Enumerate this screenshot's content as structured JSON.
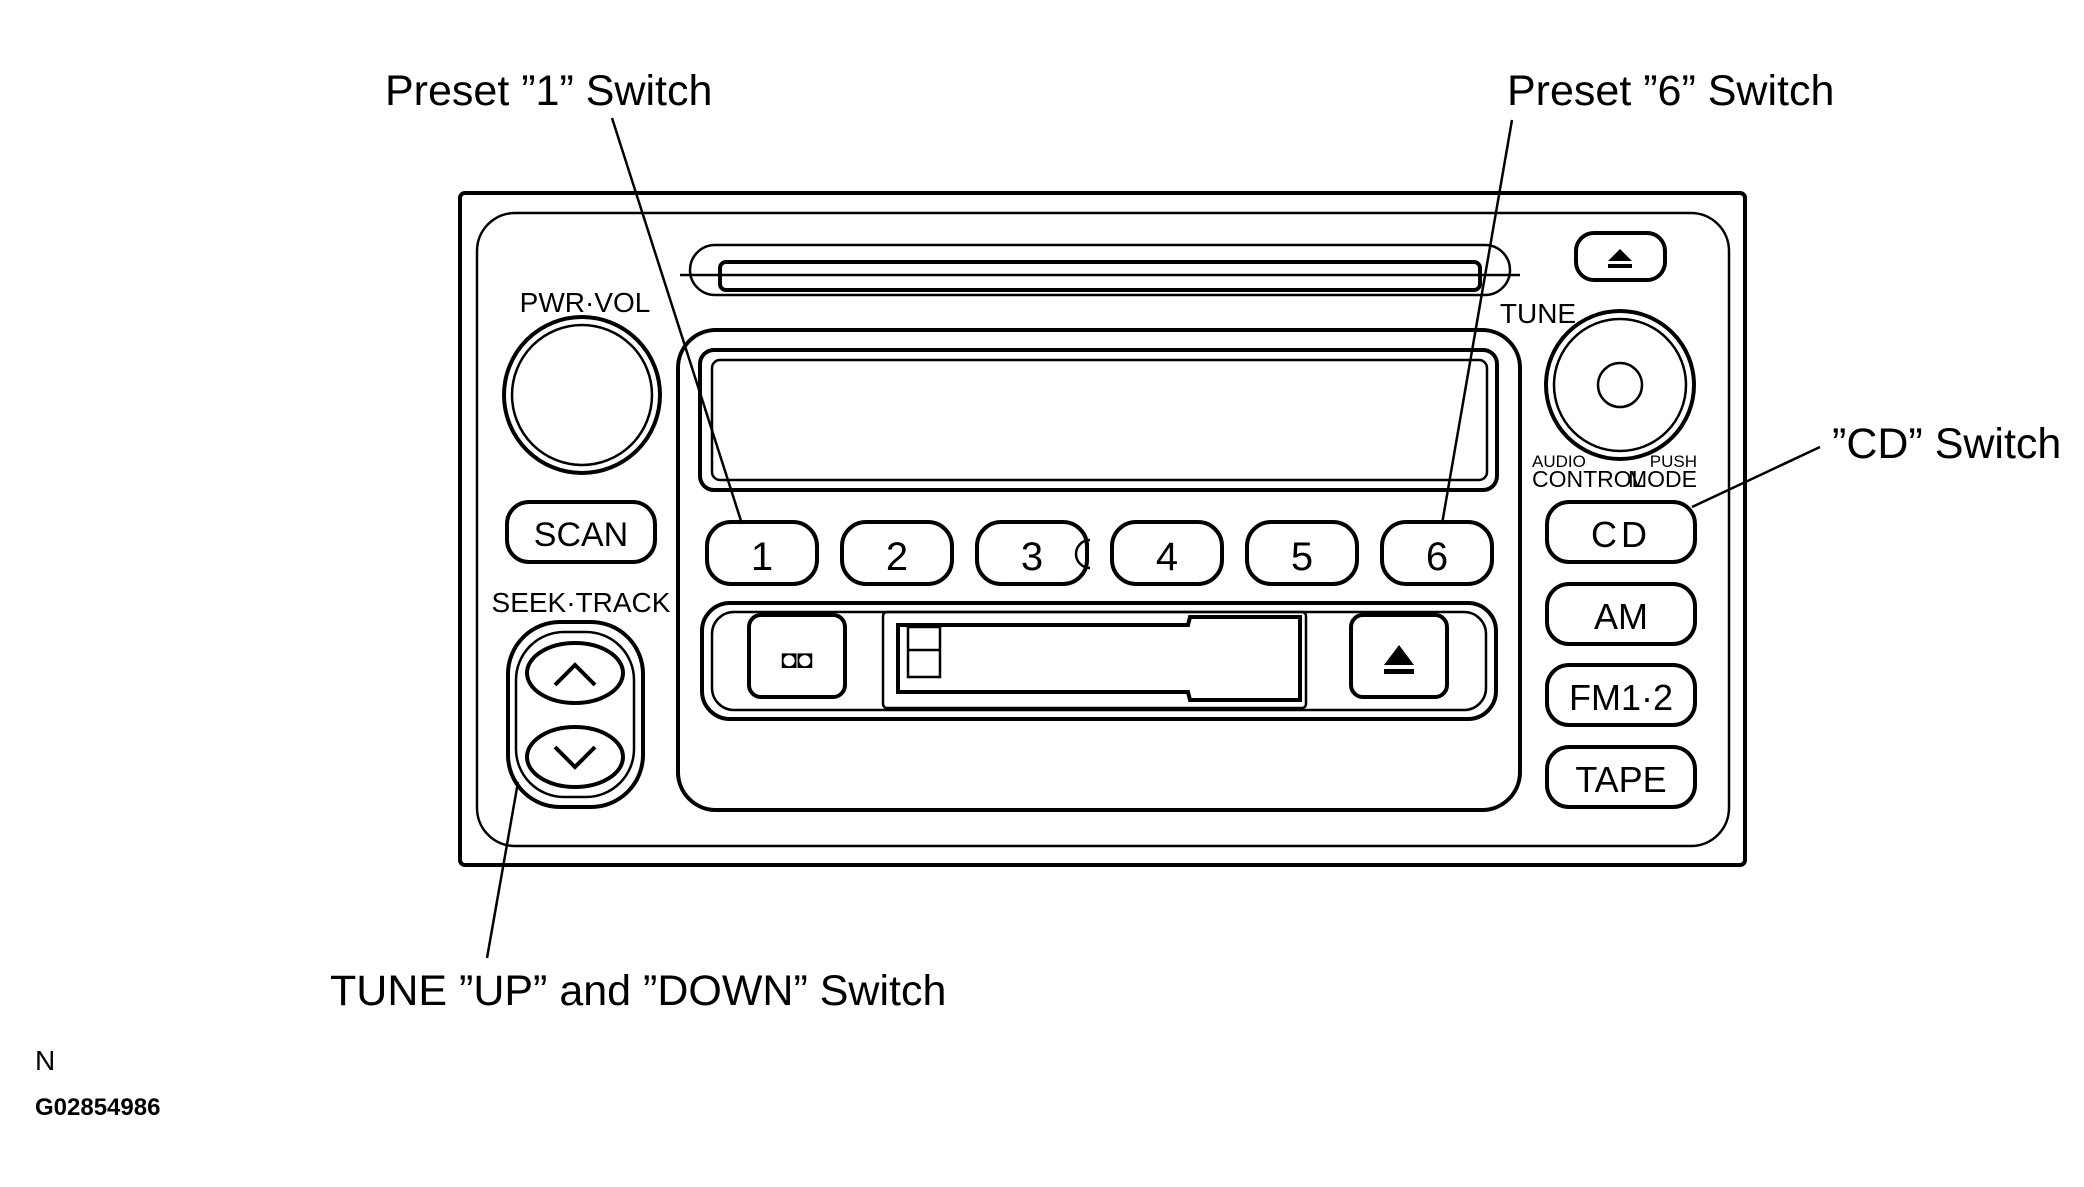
{
  "callouts": {
    "preset1": "Preset ”1” Switch",
    "preset6": "Preset ”6” Switch",
    "cd": "”CD” Switch",
    "tune_updown": "TUNE ”UP” and ”DOWN” Switch"
  },
  "panel": {
    "pwr_vol": "PWR·VOL",
    "tune": "TUNE",
    "scan": "SCAN",
    "seek_track": "SEEK·TRACK",
    "audio": "AUDIO",
    "control": "CONTROL",
    "push": "PUSH",
    "mode": "MODE",
    "presets": [
      "1",
      "2",
      "3",
      "4",
      "5",
      "6"
    ],
    "mode_buttons": [
      "CD",
      "AM",
      "FM1·2",
      "TAPE"
    ],
    "dolby_symbol": "◘◘",
    "eject_symbol": "⏏"
  },
  "footer": {
    "letter": "N",
    "code": "G02854986"
  }
}
